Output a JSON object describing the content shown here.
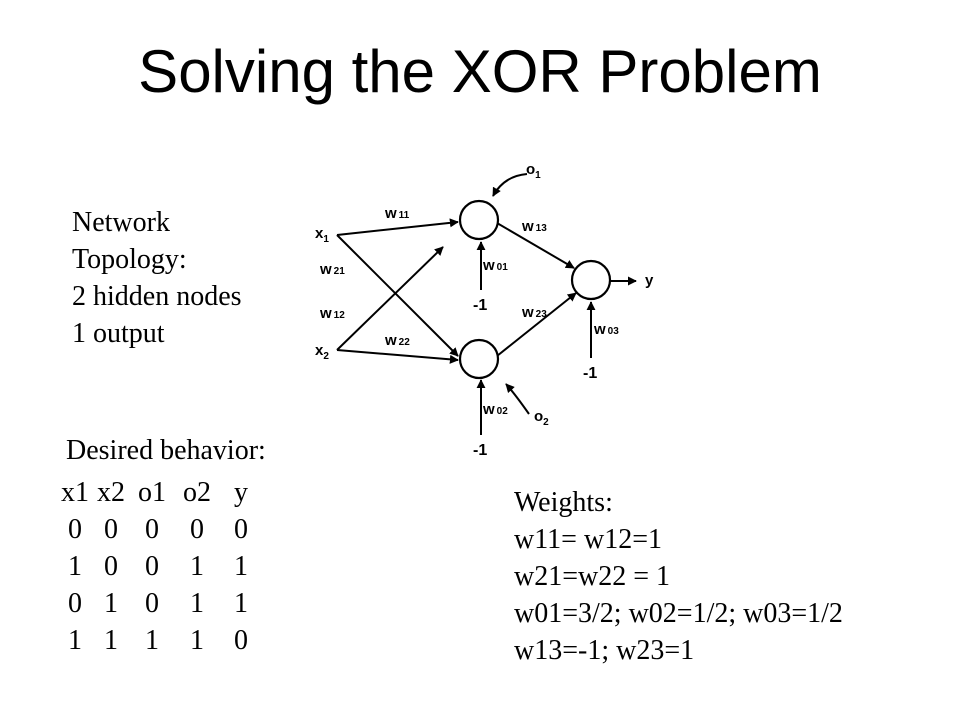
{
  "title": "Solving the XOR Problem",
  "topology": {
    "lines": [
      "Network",
      "Topology:",
      "2 hidden nodes",
      "1 output"
    ]
  },
  "behavior": {
    "label": "Desired behavior:",
    "headers": [
      "x1",
      "x2",
      "o1",
      "o2",
      "y"
    ],
    "rows": [
      [
        "0",
        "0",
        "0",
        "0",
        "0"
      ],
      [
        "1",
        "0",
        "0",
        "1",
        "1"
      ],
      [
        "0",
        "1",
        "0",
        "1",
        "1"
      ],
      [
        "1",
        "1",
        "1",
        "1",
        "0"
      ]
    ]
  },
  "weights": {
    "label": "Weights:",
    "lines": [
      "w11= w12=1",
      "w21=w22 = 1",
      "w01=3/2; w02=1/2; w03=1/2",
      "w13=-1; w23=1"
    ]
  },
  "diagram": {
    "inputs": {
      "x1": {
        "main": "x",
        "sub": "1"
      },
      "x2": {
        "main": "x",
        "sub": "2"
      }
    },
    "hidden": {
      "o1": {
        "main": "o",
        "sub": "1"
      },
      "o2": {
        "main": "o",
        "sub": "2"
      }
    },
    "output": "y",
    "edges": {
      "w11": {
        "main": "w",
        "sub": "11"
      },
      "w21": {
        "main": "w",
        "sub": "21"
      },
      "w12": {
        "main": "w",
        "sub": "12"
      },
      "w22": {
        "main": "w",
        "sub": "22"
      },
      "w13": {
        "main": "w",
        "sub": "13"
      },
      "w23": {
        "main": "w",
        "sub": "23"
      },
      "w01": {
        "main": "w",
        "sub": "01"
      },
      "w02": {
        "main": "w",
        "sub": "02"
      },
      "w03": {
        "main": "w",
        "sub": "03"
      }
    },
    "bias_inputs": [
      "-1",
      "-1",
      "-1"
    ]
  }
}
